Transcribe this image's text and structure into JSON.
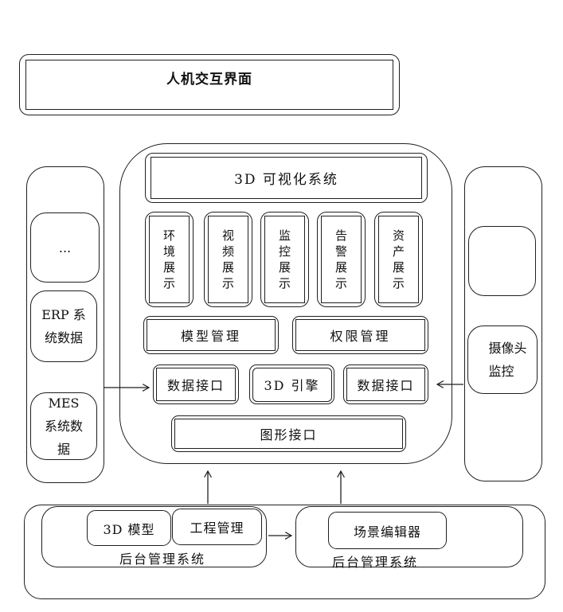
{
  "top_banner": {
    "label": "人机交互界面"
  },
  "left_panel": {
    "items": [
      {
        "label": "..."
      },
      {
        "label": "ERP 系统数据"
      },
      {
        "label": "MES 系统数据"
      }
    ]
  },
  "right_panel": {
    "empty_box_label": "",
    "camera_label": "摄像头监控"
  },
  "core": {
    "title": "3D 可视化系统",
    "display_modules": [
      "环境展示",
      "视频展示",
      "监控展示",
      "告警展示",
      "资产展示"
    ],
    "management_modules": [
      "模型管理",
      "权限管理"
    ],
    "engine_row": [
      "数据接口",
      "3D 引擎",
      "数据接口"
    ],
    "graphics_interface": "图形接口"
  },
  "bottom": {
    "group1": {
      "label": "后台管理系统",
      "items": [
        "3D 模型",
        "工程管理"
      ]
    },
    "group2": {
      "label": "后台管理系统",
      "items": [
        "场景编辑器"
      ]
    }
  },
  "colors": {
    "line": "#1f1f1f",
    "background": "#ffffff"
  }
}
